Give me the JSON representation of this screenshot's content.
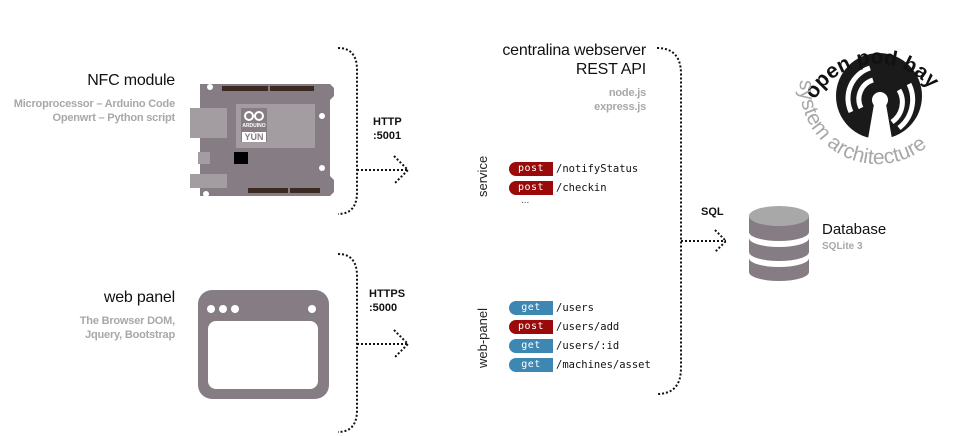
{
  "nfc_module": {
    "title": "NFC module",
    "lines": [
      "Microprocessor – Arduino Code",
      "Openwrt – Python script"
    ],
    "board_brand": "ARDUINO",
    "board_model": "YÚN"
  },
  "web_panel": {
    "title": "web panel",
    "lines": [
      "The Browser DOM,",
      "Jquery, Bootstrap"
    ]
  },
  "connections": {
    "http": {
      "protocol": "HTTP",
      "port": ":5001"
    },
    "https": {
      "protocol": "HTTPS",
      "port": ":5000"
    },
    "sql": {
      "protocol": "SQL"
    }
  },
  "server": {
    "title_line1": "centralina webserver",
    "title_line2": "REST API",
    "tech": [
      "node.js",
      "express.js"
    ],
    "groups": [
      {
        "label": "service",
        "routes": [
          {
            "method": "post",
            "path": "/notifyStatus"
          },
          {
            "method": "post",
            "path": "/checkin"
          }
        ],
        "more": "..."
      },
      {
        "label": "web-panel",
        "routes": [
          {
            "method": "get",
            "path": "/users"
          },
          {
            "method": "post",
            "path": "/users/add"
          },
          {
            "method": "get",
            "path": "/users/:id"
          },
          {
            "method": "get",
            "path": "/machines/asset"
          }
        ]
      }
    ]
  },
  "database": {
    "title": "Database",
    "engine": "SQLite 3"
  },
  "logo": {
    "top_text": "open pod bay",
    "bottom_text": "system architecture"
  },
  "colors": {
    "post": "#9a0a0a",
    "get": "#3d87b3",
    "icon_gray": "#857d83",
    "subtext": "#a8a8a8"
  }
}
